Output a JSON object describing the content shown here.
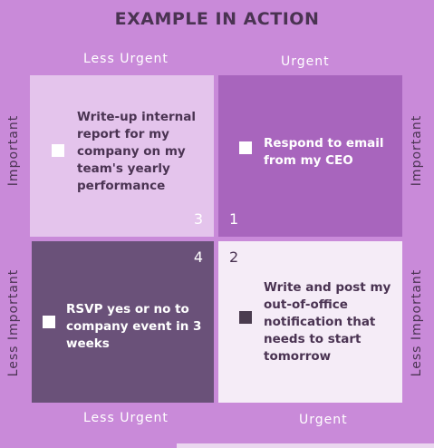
{
  "title": "EXAMPLE IN ACTION",
  "axes": {
    "top_left": "Less Urgent",
    "top_right": "Urgent",
    "bottom_left": "Less Urgent",
    "bottom_right": "Urgent",
    "left_top": "Important",
    "left_bottom": "Less Important",
    "right_top": "Important",
    "right_bottom": "Less Important"
  },
  "quadrants": {
    "q3": {
      "number": "3",
      "task": "Write-up internal report for my company on my team's yearly performance",
      "color": "#e4c4ec"
    },
    "q1": {
      "number": "1",
      "task": "Respond to email from my CEO",
      "color": "#a865bd"
    },
    "q4": {
      "number": "4",
      "task": "RSVP yes or no to company event in 3 weeks",
      "color": "#6a5179"
    },
    "q2": {
      "number": "2",
      "task": "Write and post my out-of-office notification that needs to start tomorrow",
      "color": "#f5ecf7"
    }
  },
  "colors": {
    "background": "#c98ad9",
    "title_text": "#4a3352"
  }
}
